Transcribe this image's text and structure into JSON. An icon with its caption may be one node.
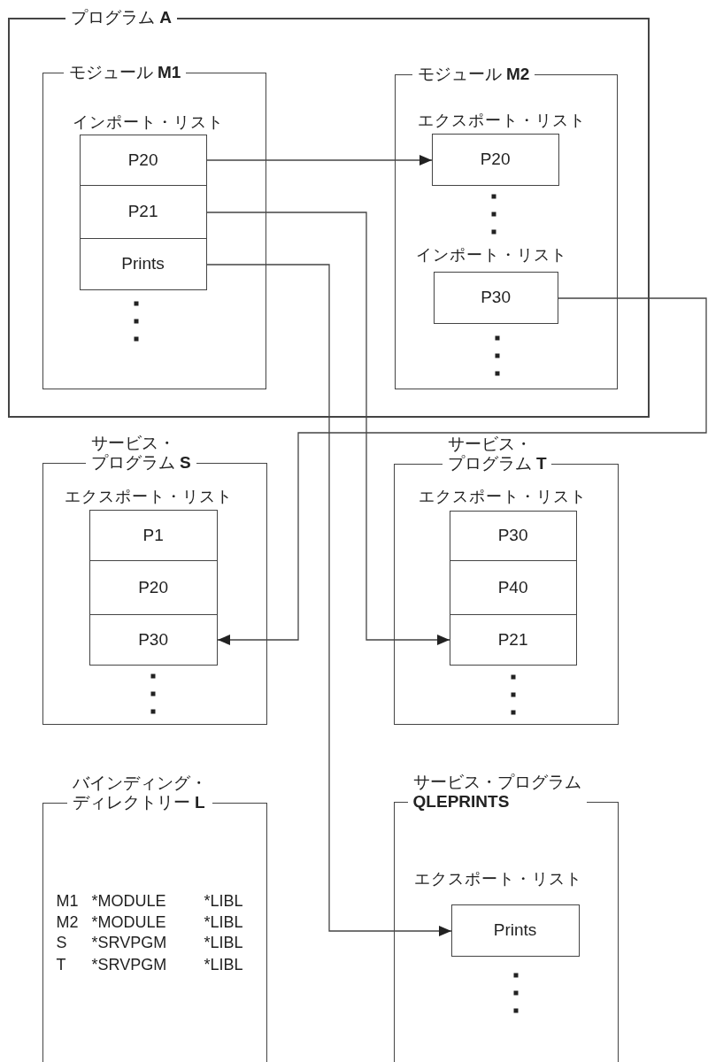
{
  "diagram": {
    "nodes": [
      {
        "text": [
          "プログラム **A**"
        ]
      },
      {
        "text": [
          "モジュール **M1**",
          "インポート・リスト"
        ],
        "in": 0
      },
      {
        "text": [
          "P20"
        ],
        "in": 1
      },
      {
        "text": [
          "P21"
        ],
        "in": 1
      },
      {
        "text": [
          "Prints"
        ],
        "in": 1
      },
      {
        "text": [
          "モジュール **M2**",
          "エクスポート・リスト",
          "インポート・リスト"
        ],
        "in": 0
      },
      {
        "text": [
          "P20"
        ],
        "in": 5
      },
      {
        "text": [
          "P30"
        ],
        "in": 5
      },
      {
        "text": [
          "サービス・プログラム **S**",
          "エクスポート・リスト"
        ]
      },
      {
        "text": [
          "P1"
        ],
        "in": 8
      },
      {
        "text": [
          "P20"
        ],
        "in": 8
      },
      {
        "text": [
          "P30"
        ],
        "in": 8
      },
      {
        "text": [
          "サービス・プログラム **T**",
          "エクスポート・リスト"
        ]
      },
      {
        "text": [
          "P30"
        ],
        "in": 12
      },
      {
        "text": [
          "P40"
        ],
        "in": 12
      },
      {
        "text": [
          "P21"
        ],
        "in": 12
      },
      {
        "text": [
          "バインディング・ディレクトリー **L**",
          "M1",
          "*MODULE",
          "*LIBL",
          "M2",
          "*MODULE",
          "*LIBL",
          "S",
          "*SRVPGM",
          "*LIBL",
          "T",
          "*SRVPGM",
          "*LIBL"
        ]
      },
      {
        "text": [
          "サービス・プログラム **QLEPRINTS**",
          "エクスポート・リスト"
        ]
      },
      {
        "text": [
          "Prints"
        ],
        "in": 17
      }
    ],
    "edges": [
      {
        "from": 2,
        "to": 6,
        "arrow": "to"
      },
      {
        "from": 3,
        "to": 15,
        "arrow": "to"
      },
      {
        "from": 4,
        "to": 18,
        "arrow": "to"
      },
      {
        "from": 7,
        "to": 11,
        "arrow": "to"
      }
    ]
  }
}
